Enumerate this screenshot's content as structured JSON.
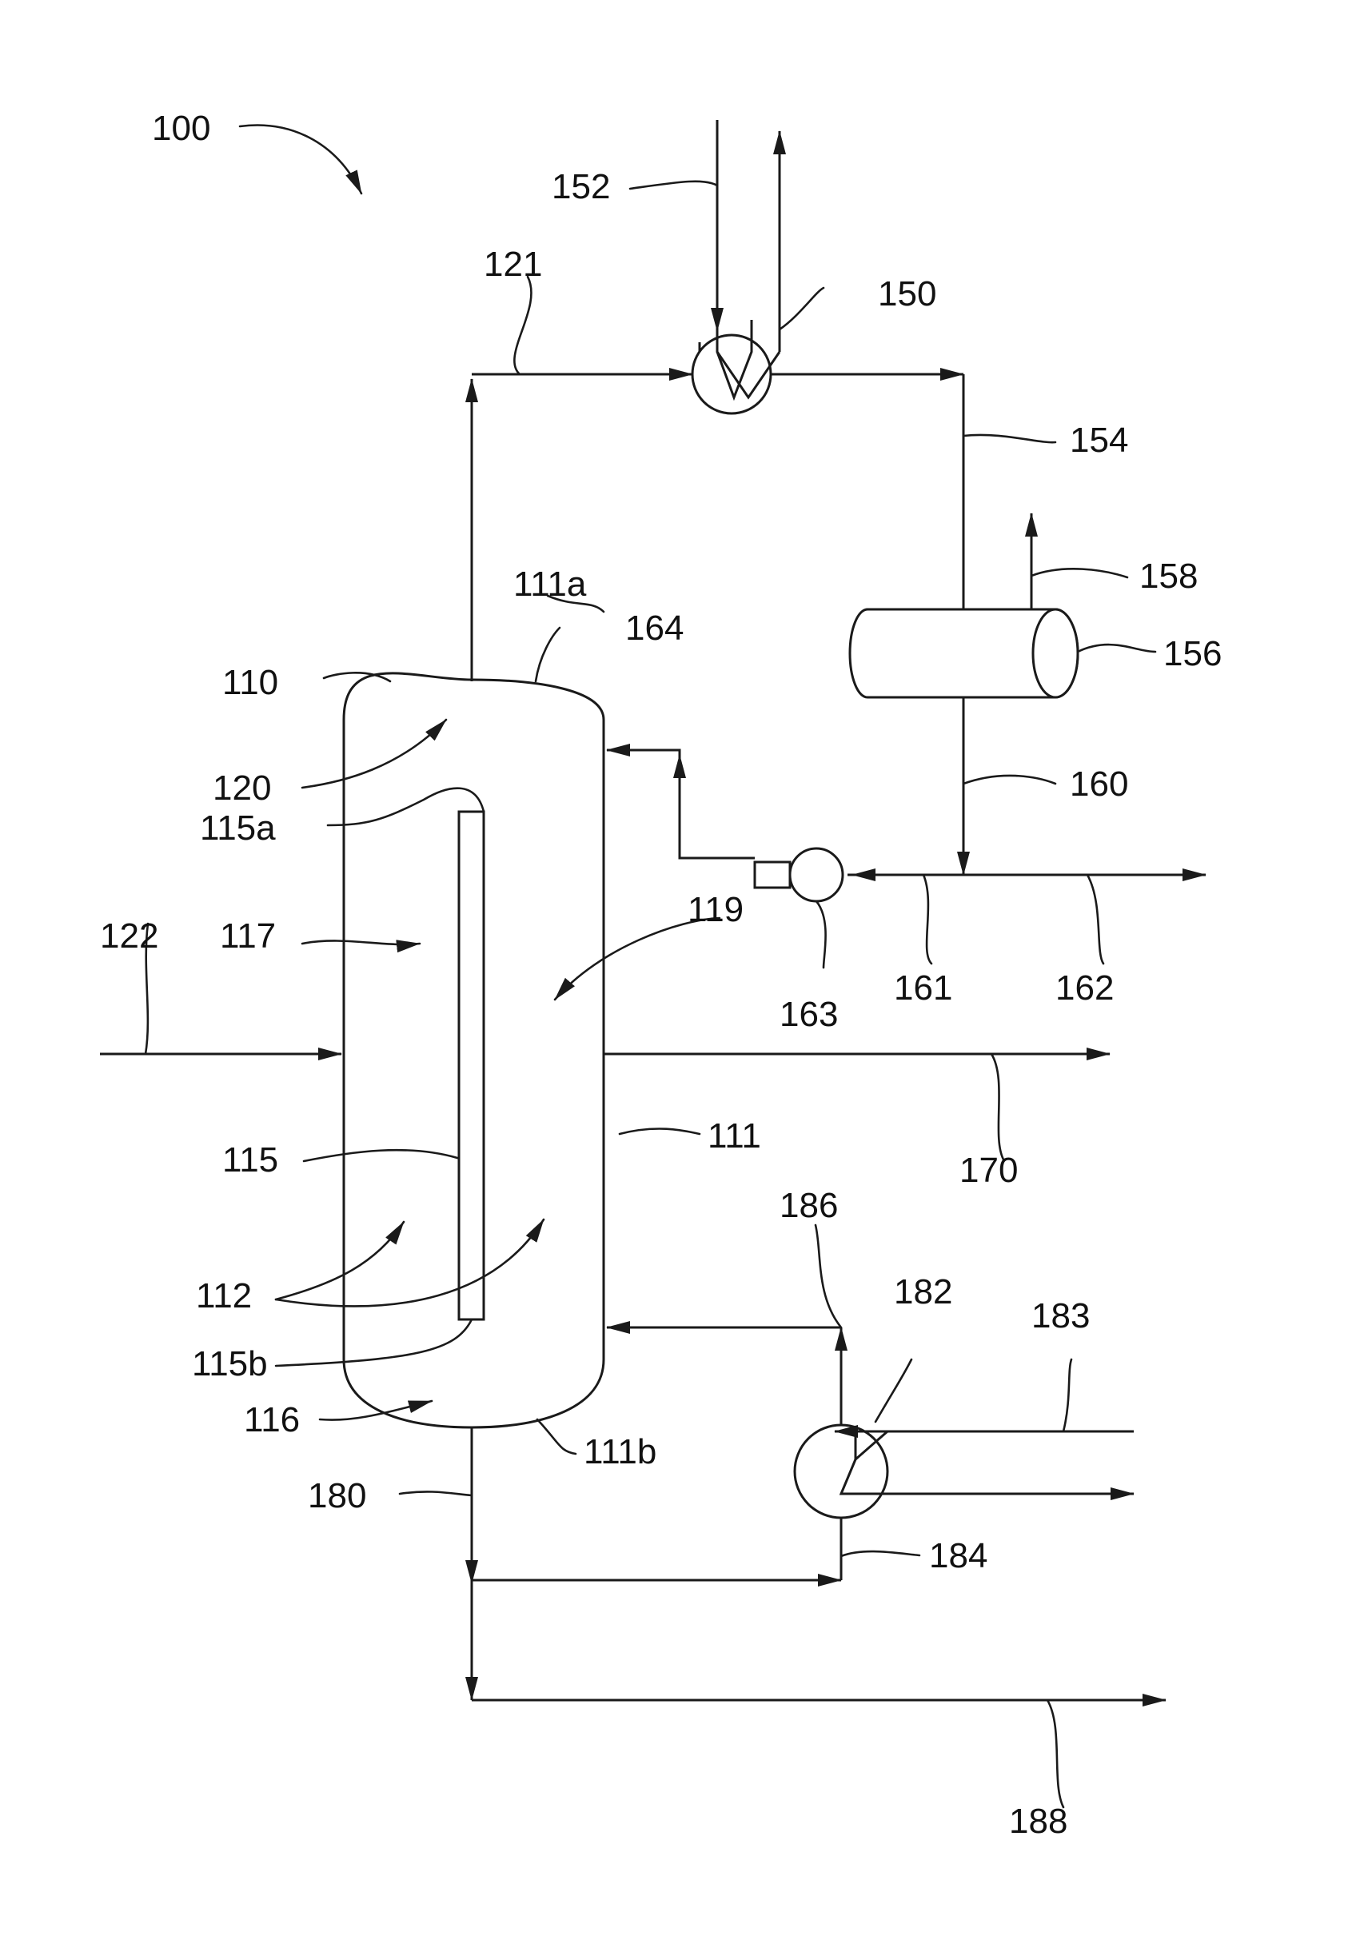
{
  "figure_label": "100",
  "labels": {
    "l100": "100",
    "l110": "110",
    "l111": "111",
    "l111a": "111a",
    "l111b": "111b",
    "l112": "112",
    "l115": "115",
    "l115a": "115a",
    "l115b": "115b",
    "l116": "116",
    "l117": "117",
    "l119": "119",
    "l120": "120",
    "l121": "121",
    "l122": "122",
    "l150": "150",
    "l152": "152",
    "l154": "154",
    "l156": "156",
    "l158": "158",
    "l160": "160",
    "l161": "161",
    "l162": "162",
    "l163": "163",
    "l164": "164",
    "l170": "170",
    "l180": "180",
    "l182": "182",
    "l183": "183",
    "l184": "184",
    "l186": "186",
    "l188": "188"
  }
}
